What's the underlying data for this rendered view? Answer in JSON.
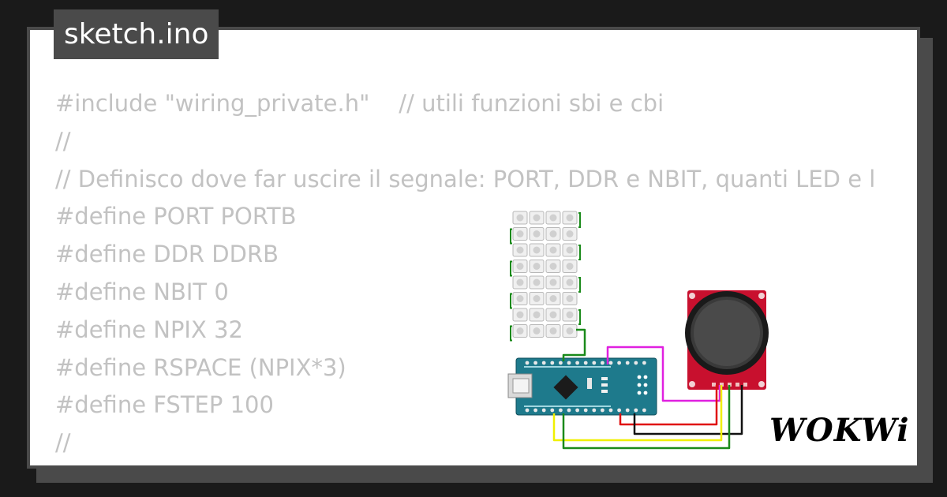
{
  "file": {
    "name": "sketch.ino"
  },
  "code": {
    "lines": [
      "#include \"wiring_private.h\"    // utili funzioni sbi e cbi",
      "//",
      "// Definisco dove far uscire il segnale: PORT, DDR e NBIT, quanti LED e l",
      "#define PORT PORTB",
      "#define DDR DDRB",
      "#define NBIT 0",
      "#define NPIX 32",
      "#define RSPACE (NPIX*3)",
      "#define FSTEP 100",
      "//"
    ]
  },
  "brand": {
    "logo_text": "WOKWi"
  },
  "colors": {
    "page_background": "#1a1a1a",
    "card_border": "#4a4a4a",
    "code_text": "#c2c2c2",
    "board_teal": "#1e7a8c",
    "joystick_red": "#c8102e",
    "wire_green": "#1a8a1a",
    "wire_magenta": "#e020e0",
    "wire_red": "#e01010",
    "wire_yellow": "#f0f000",
    "wire_black": "#111111"
  },
  "icons": {
    "logo": "wokwi-logo",
    "led_matrix": "neopixel-led-grid",
    "board": "arduino-nano",
    "joystick": "analog-joystick"
  }
}
